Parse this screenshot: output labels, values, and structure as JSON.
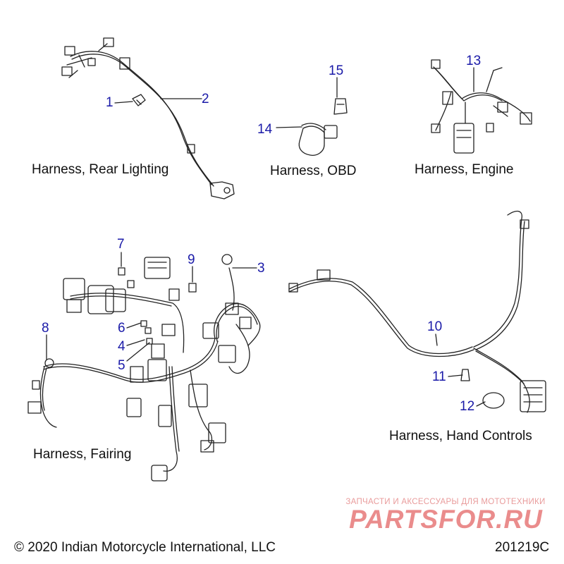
{
  "callouts": [
    "1",
    "2",
    "3",
    "4",
    "5",
    "6",
    "7",
    "8",
    "9",
    "10",
    "11",
    "12",
    "13",
    "14",
    "15"
  ],
  "captions": {
    "rear_lighting": "Harness, Rear Lighting",
    "obd": "Harness, OBD",
    "engine": "Harness, Engine",
    "fairing": "Harness, Fairing",
    "hand_controls": "Harness, Hand Controls"
  },
  "footer": {
    "copyright": "© 2020 Indian Motorcycle International, LLC",
    "code": "201219C"
  },
  "watermark": {
    "tagline": "ЗАПЧАСТИ И АКСЕССУАРЫ ДЛЯ МОТОТЕХНИКИ",
    "brand": "PARTSFOR.RU"
  },
  "colors": {
    "callout": "#1a1aa8",
    "line_art": "#222222",
    "watermark": "#e88a8a"
  }
}
